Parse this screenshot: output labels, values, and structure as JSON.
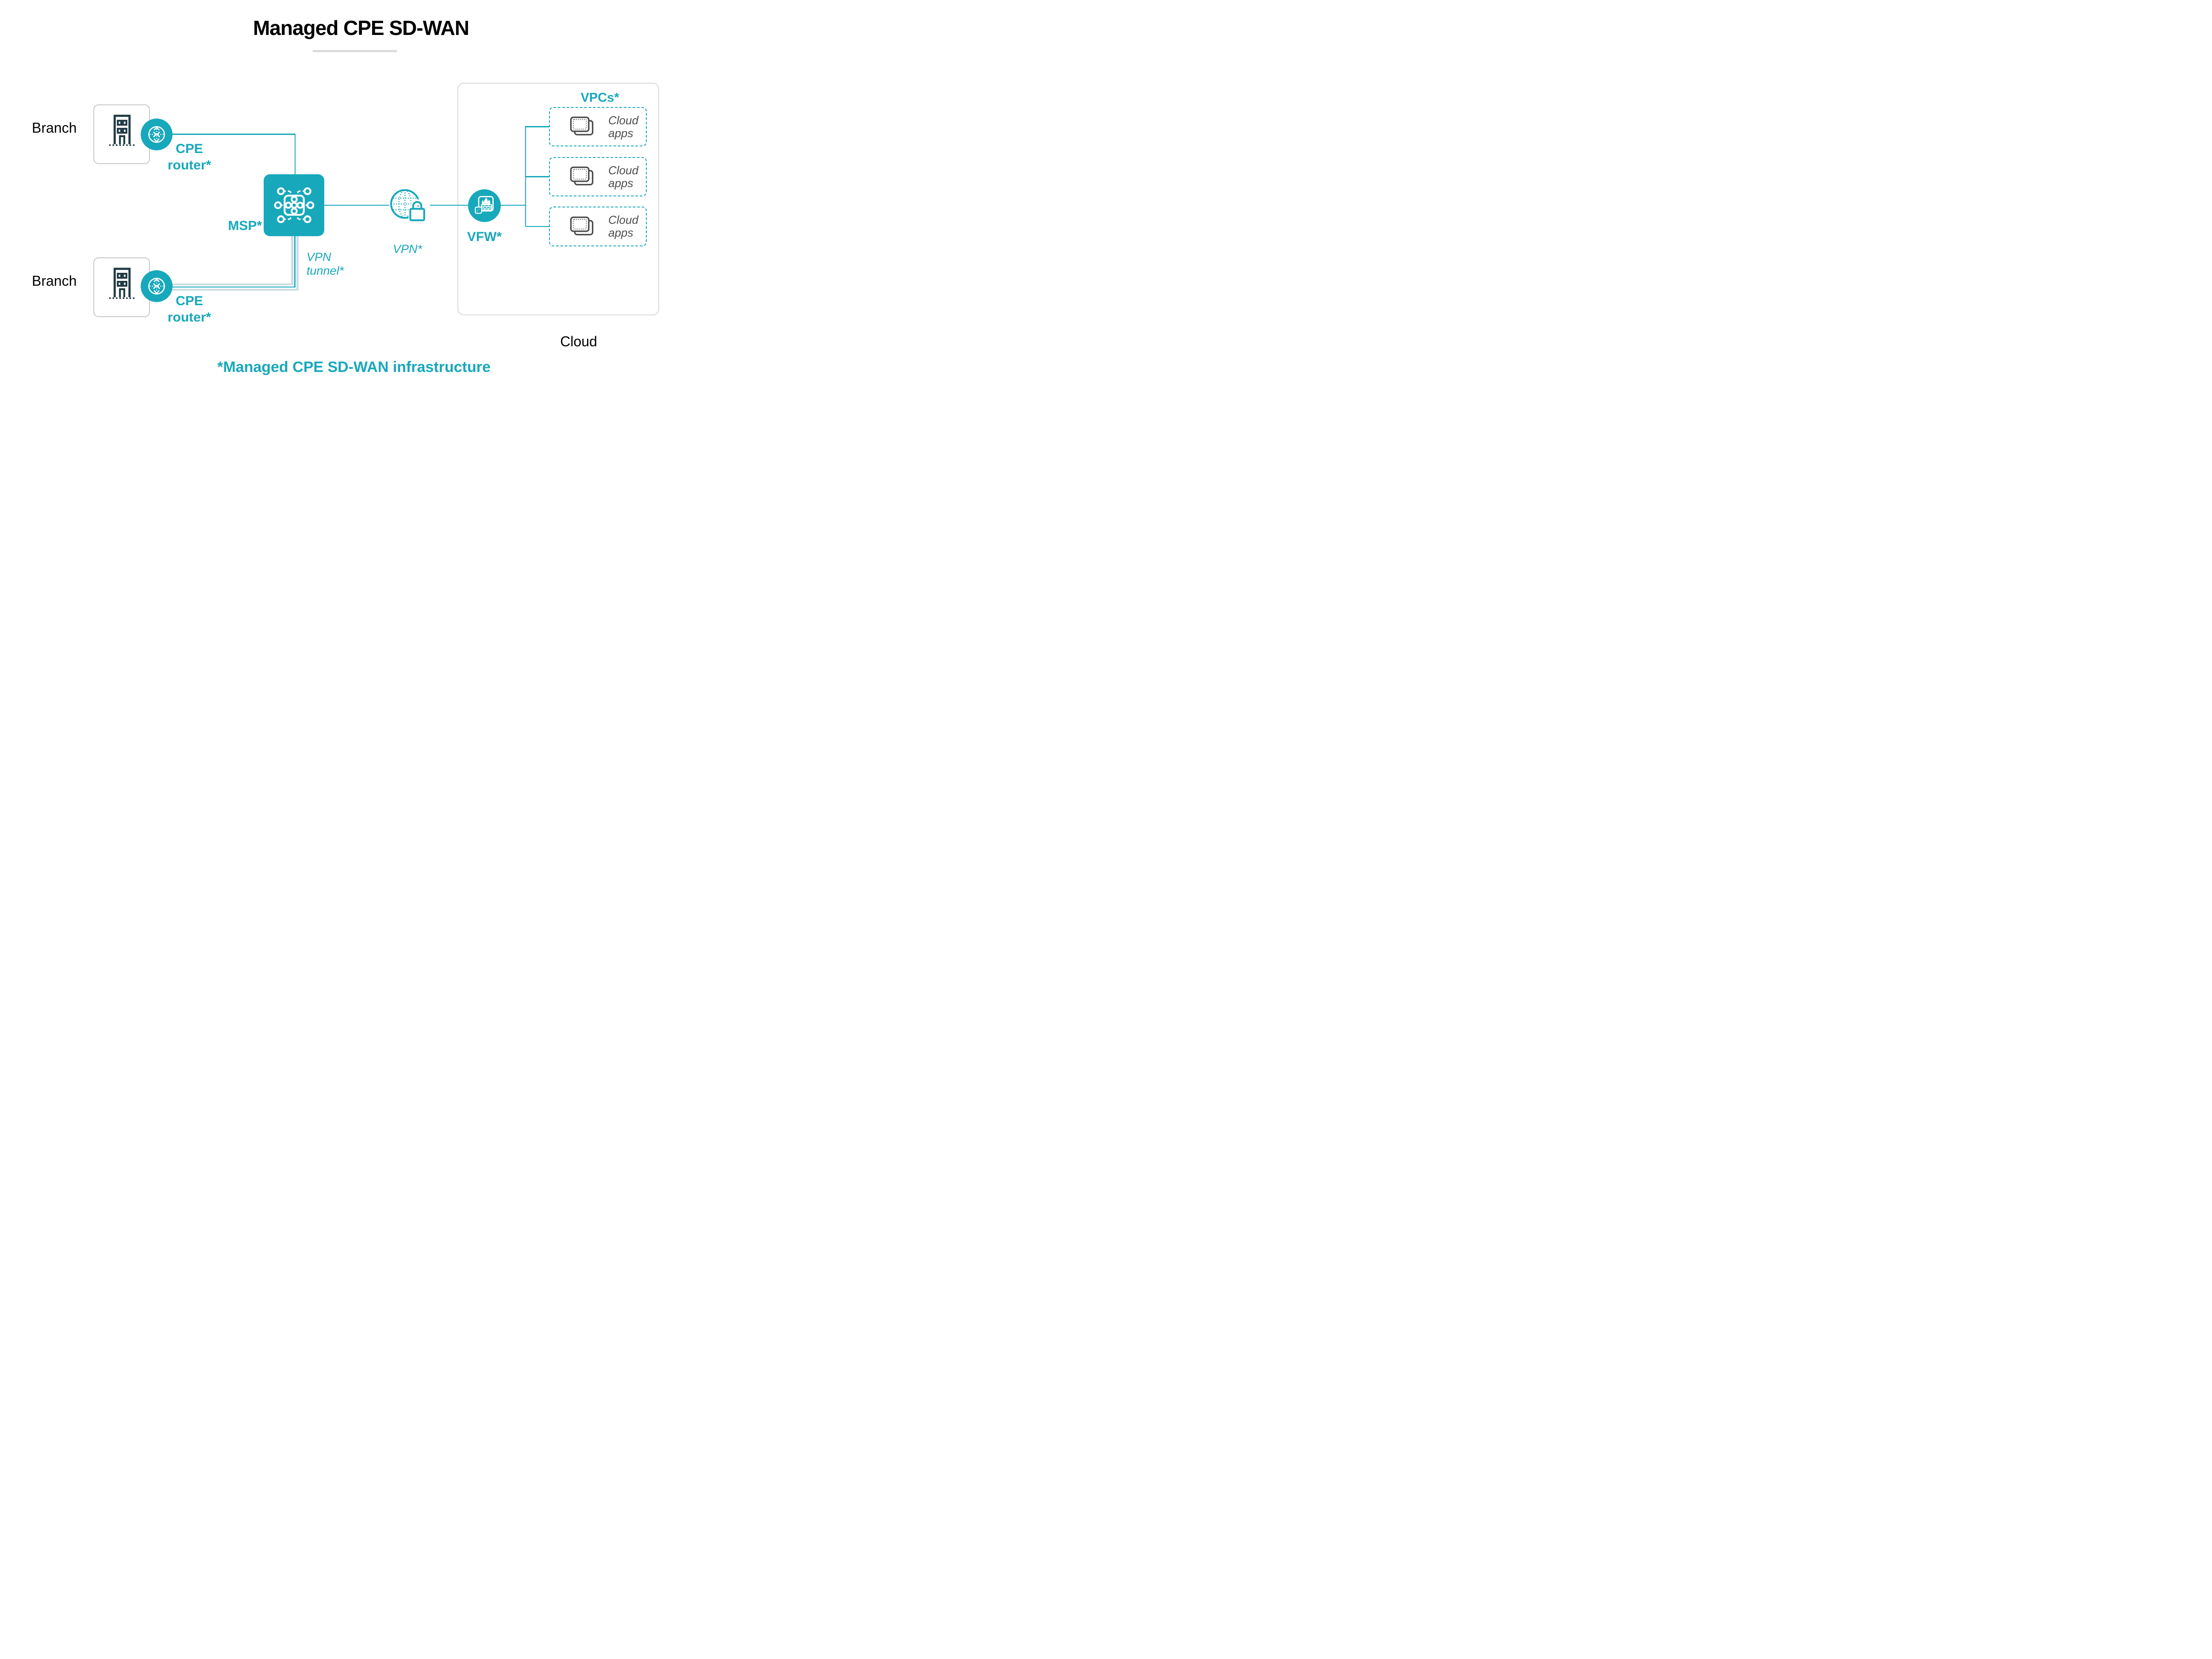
{
  "title": {
    "text": "Managed CPE SD-WAN"
  },
  "caption": {
    "text": "*Managed CPE SD-WAN infrastructure"
  },
  "branches": [
    {
      "label": "Branch",
      "router_line1": "CPE",
      "router_line2": "router*"
    },
    {
      "label": "Branch",
      "router_line1": "CPE",
      "router_line2": "router*"
    }
  ],
  "msp": {
    "label": "MSP*"
  },
  "vpn": {
    "label": "VPN*"
  },
  "vpn_tunnel": {
    "line1": "VPN",
    "line2": "tunnel*"
  },
  "cloud": {
    "label": "Cloud",
    "vfw_label": "VFW*",
    "vpcs_label": "VPCs*",
    "vpc_boxes": [
      {
        "line1": "Cloud",
        "line2": "apps"
      },
      {
        "line1": "Cloud",
        "line2": "apps"
      },
      {
        "line1": "Cloud",
        "line2": "apps"
      }
    ]
  },
  "colors": {
    "accent": "#18a8bc",
    "tunnel": "#c9dde4",
    "building": "#213b44",
    "appsicon": "#4a4a4a",
    "appstext": "#4d4d4d",
    "bordergray": "#c5c8c9",
    "cloudborder": "#d9dadb",
    "underline": "#dcdcdc"
  }
}
